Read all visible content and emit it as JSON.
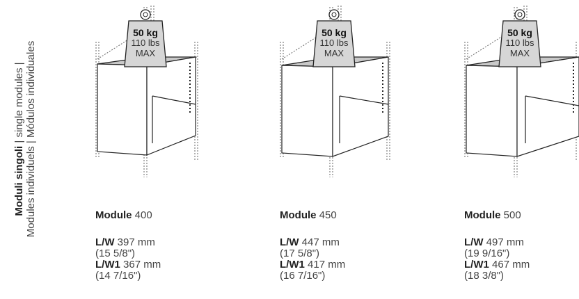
{
  "side_label": {
    "bold": "Moduli singoli",
    "line1_rest": " | single modules |",
    "line2": "Modules individuels | Módulos individuales"
  },
  "weight": {
    "kg": "50 kg",
    "lbs": "110 lbs",
    "max": "MAX"
  },
  "modules": [
    {
      "title_bold": "Module",
      "title_value": "400",
      "lw_label": "L/W",
      "lw_value": "397 mm",
      "lw_inch": "(15 5/8\")",
      "lw1_label": "L/W1",
      "lw1_value": "367 mm",
      "lw1_inch": "(14 7/16\")"
    },
    {
      "title_bold": "Module",
      "title_value": "450",
      "lw_label": "L/W",
      "lw_value": "447 mm",
      "lw_inch": "(17 5/8\")",
      "lw1_label": "L/W1",
      "lw1_value": "417 mm",
      "lw1_inch": "(16 7/16\")"
    },
    {
      "title_bold": "Module",
      "title_value": "500",
      "lw_label": "L/W",
      "lw_value": "497 mm",
      "lw_inch": "(19 9/16\")",
      "lw1_label": "L/W1",
      "lw1_value": "467 mm",
      "lw1_inch": "(18 3/8\")"
    }
  ]
}
